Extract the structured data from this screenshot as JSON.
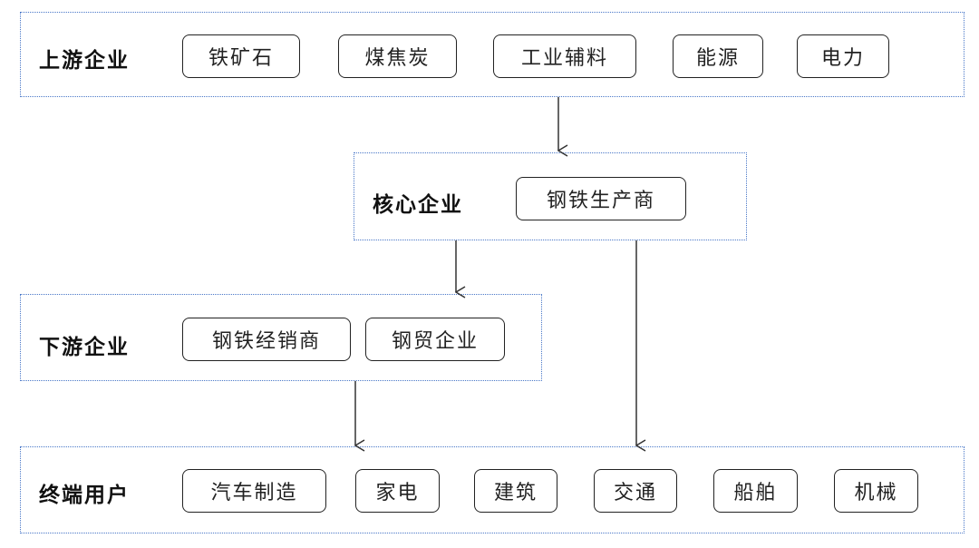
{
  "upstream": {
    "title": "上游企业",
    "items": [
      "铁矿石",
      "煤焦炭",
      "工业辅料",
      "能源",
      "电力"
    ]
  },
  "core": {
    "title": "核心企业",
    "items": [
      "钢铁生产商"
    ]
  },
  "downstream": {
    "title": "下游企业",
    "items": [
      "钢铁经销商",
      "钢贸企业"
    ]
  },
  "end_users": {
    "title": "终端用户",
    "items": [
      "汽车制造",
      "家电",
      "建筑",
      "交通",
      "船舶",
      "机械"
    ]
  },
  "colors": {
    "box_border": "#4a78c8",
    "pill_border": "#222222",
    "arrow": "#333333",
    "text": "#111111"
  }
}
